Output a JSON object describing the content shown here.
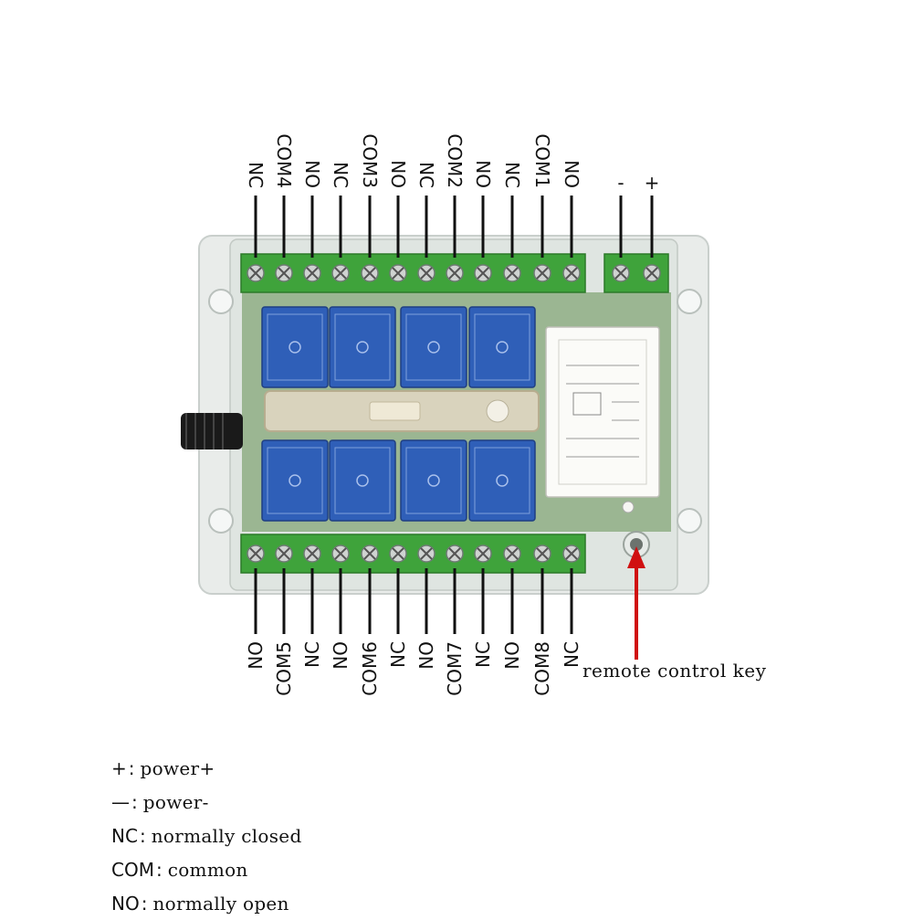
{
  "top_terminals": [
    "NC",
    "COM4",
    "NO",
    "NC",
    "COM3",
    "NO",
    "NC",
    "COM2",
    "NO",
    "NC",
    "COM1",
    "NO"
  ],
  "power_terminals": [
    "-",
    "+"
  ],
  "bottom_terminals": [
    "NO",
    "COM5",
    "NC",
    "NO",
    "COM6",
    "NC",
    "NO",
    "COM7",
    "NC",
    "NO",
    "COM8",
    "NC"
  ],
  "remote_key_label": "remote control key",
  "legend": [
    {
      "symbol": "+",
      "desc": "power+"
    },
    {
      "symbol": "—",
      "desc": "power-"
    },
    {
      "symbol": "NC",
      "desc": "normally closed"
    },
    {
      "symbol": "COM",
      "desc": "common"
    },
    {
      "symbol": "NO",
      "desc": "normally open"
    }
  ],
  "colors": {
    "terminal_green": "#3fa33b",
    "relay_blue": "#2f5fb8",
    "pcb_green": "#6f9a5a",
    "arrow_red": "#d01010"
  }
}
